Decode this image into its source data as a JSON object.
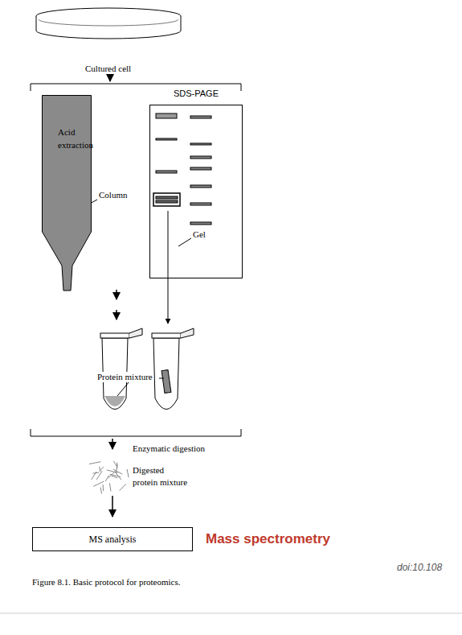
{
  "diagram": {
    "caption": "Figure 8.1. Basic protocol for proteomics.",
    "nodes": [
      {
        "text": [
          "Acid extraction"
        ]
      },
      {
        "text": [
          "SDS-PAGE"
        ]
      },
      {
        "text": [
          "MS analysis"
        ]
      }
    ],
    "labels": [
      "Cultured cell",
      "Column",
      "Gel",
      "Protein mixture",
      "Enzymatic digestion",
      "Digested protein mixture",
      "Mass spectrometry",
      "doi:10.108"
    ]
  }
}
